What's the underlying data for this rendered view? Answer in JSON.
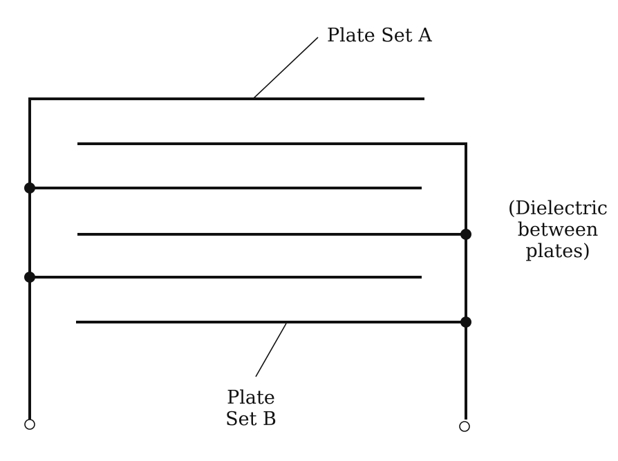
{
  "labels": {
    "plate_set_a": "Plate Set A",
    "dielectric_line1": "(Dielectric",
    "dielectric_line2": "between",
    "dielectric_line3": "plates)",
    "plate_set_b_line1": "Plate",
    "plate_set_b_line2": "Set B"
  }
}
